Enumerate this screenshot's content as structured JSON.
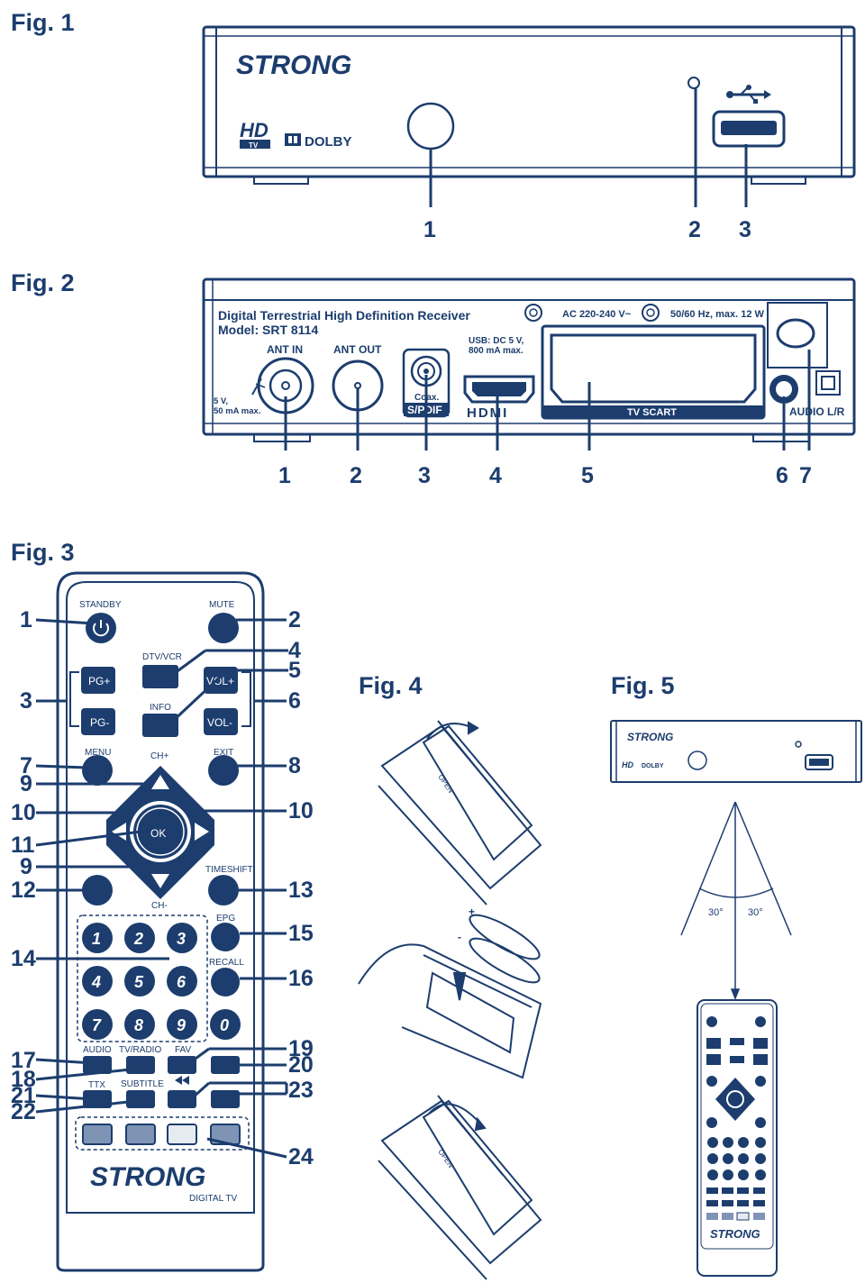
{
  "figures": {
    "fig1": {
      "label": "Fig. 1",
      "brand": "STRONG",
      "hd_logo": "HD",
      "hd_sub": "TV",
      "dolby_logo": "DOLBY",
      "callouts": [
        "1",
        "2",
        "3"
      ]
    },
    "fig2": {
      "label": "Fig. 2",
      "title_line1": "Digital Terrestrial High Definition Receiver",
      "title_line2": "Model: SRT 8114",
      "power_spec": "AC 220-240 V~",
      "freq_spec": "50/60 Hz, max. 12 W",
      "ant_in": "ANT IN",
      "ant_out": "ANT OUT",
      "ant_power_1": "5 V,",
      "ant_power_2": "50 mA max.",
      "usb_spec_1": "USB: DC 5 V,",
      "usb_spec_2": "800 mA max.",
      "coax": "Coax.",
      "spdif": "S/PDIF",
      "hdmi": "HDMI",
      "scart": "TV SCART",
      "audio": "AUDIO L/R",
      "callouts": [
        "1",
        "2",
        "3",
        "4",
        "5",
        "6",
        "7"
      ]
    },
    "fig3": {
      "label": "Fig. 3",
      "labels": {
        "standby": "STANDBY",
        "mute": "MUTE",
        "dtv_vcr": "DTV/VCR",
        "info": "INFO",
        "menu": "MENU",
        "exit": "EXIT",
        "ch_plus": "CH+",
        "ch_minus": "CH-",
        "timeshift": "TIMESHIFT",
        "epg": "EPG",
        "recall": "RECALL",
        "audio": "AUDIO",
        "tv_radio": "TV/RADIO",
        "fav": "FAV",
        "subtitle": "SUBTITLE",
        "ttx": "TTX",
        "digital_tv": "DIGITAL TV",
        "brand": "STRONG"
      },
      "buttons": {
        "pg_plus": "PG+",
        "pg_minus": "PG-",
        "vol_plus": "VOL+",
        "vol_minus": "VOL-",
        "ok": "OK",
        "digits": [
          "1",
          "2",
          "3",
          "4",
          "5",
          "6",
          "7",
          "8",
          "9",
          "0"
        ]
      },
      "callouts": [
        "1",
        "2",
        "3",
        "4",
        "5",
        "6",
        "7",
        "8",
        "9",
        "10",
        "10",
        "11",
        "9",
        "12",
        "13",
        "14",
        "15",
        "16",
        "17",
        "18",
        "19",
        "20",
        "21",
        "22",
        "23",
        "24"
      ]
    },
    "fig4": {
      "label": "Fig. 4",
      "cover_text": "OPEN",
      "plus": "+",
      "minus": "-"
    },
    "fig5": {
      "label": "Fig. 5",
      "brand": "STRONG",
      "angle_left": "30°",
      "angle_right": "30°"
    }
  },
  "colors": {
    "ink": "#1c3d6e",
    "button_fill": "#1c3d6e",
    "background": "#ffffff"
  }
}
